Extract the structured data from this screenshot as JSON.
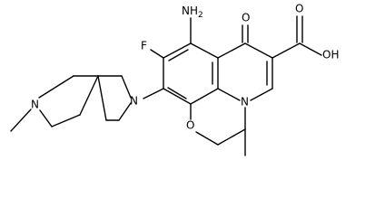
{
  "molecule": {
    "atom_labels": {
      "amino": "NH",
      "amino_subscript": "2",
      "fluoro": "F",
      "ketone_oxygen": "O",
      "acid_hydroxyl": "OH",
      "acid_carbonyl_oxygen": "O",
      "ring_nitrogen_core": "N",
      "ring_oxygen": "O",
      "spiro_nitrogen_attached": "N",
      "spiro_nitrogen_methyl": "N"
    }
  }
}
